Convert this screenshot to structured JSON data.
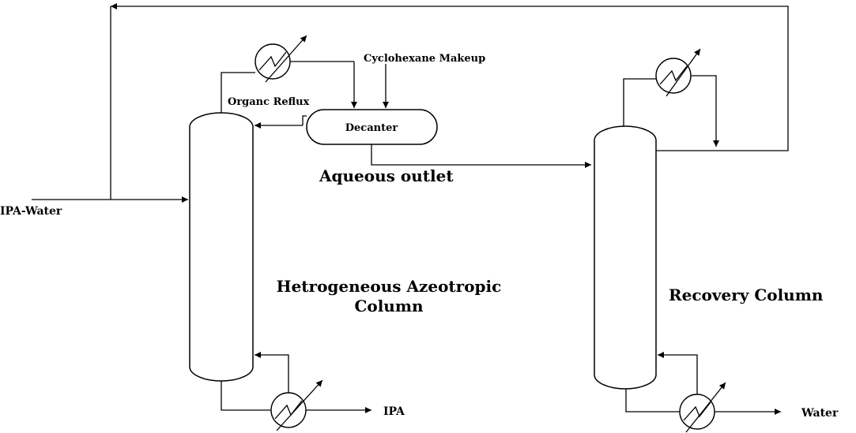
{
  "labels": {
    "feed": "IPA-Water",
    "makeup": "Cyclohexane Makeup",
    "organic_reflux": "Organc Reflux",
    "decanter": "Decanter",
    "aqueous_outlet": "Aqueous outlet",
    "column1_line1": "Hetrogeneous Azeotropic",
    "column1_line2": "Column",
    "column2": "Recovery Column",
    "product1": "IPA",
    "product2": "Water"
  }
}
